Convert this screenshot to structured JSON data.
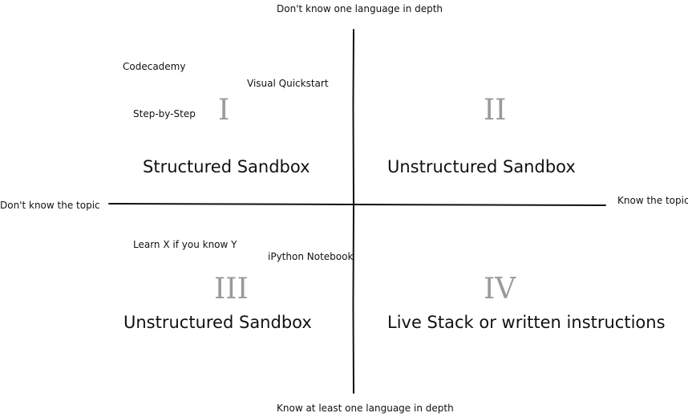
{
  "axes": {
    "top": "Don't know one language in depth",
    "bottom": "Know at least one language in depth",
    "left": "Don't know the topic",
    "right": "Know the topic"
  },
  "quadrants": [
    {
      "numeral": "I",
      "name": "Structured Sandbox",
      "examples": [
        "Codecademy",
        "Visual Quickstart",
        "Step-by-Step"
      ]
    },
    {
      "numeral": "II",
      "name": "Unstructured Sandbox",
      "examples": []
    },
    {
      "numeral": "III",
      "name": "Unstructured Sandbox",
      "examples": [
        "Learn X if you know Y",
        "iPython Notebook"
      ]
    },
    {
      "numeral": "IV",
      "name": "Live Stack or written instructions",
      "examples": []
    }
  ],
  "colors": {
    "line": "#111111",
    "text": "#111111",
    "numeral": "#9a9a9a"
  }
}
